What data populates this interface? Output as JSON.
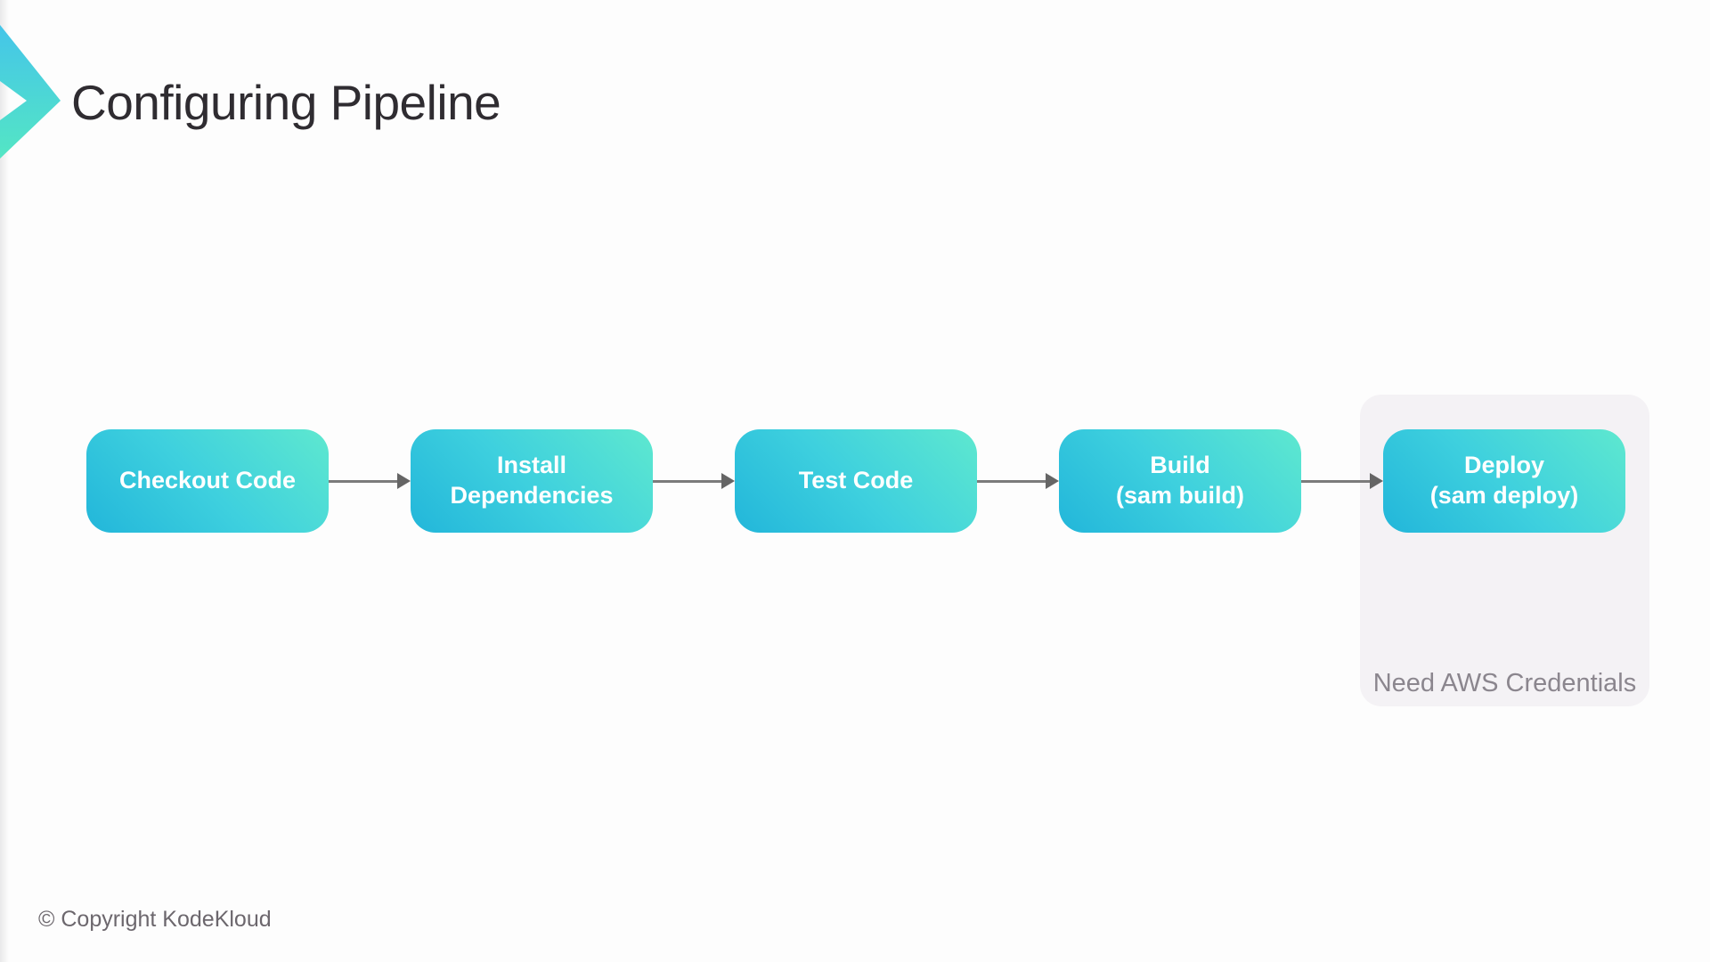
{
  "slide": {
    "title": "Configuring Pipeline",
    "copyright": "© Copyright KodeKloud"
  },
  "pipeline": {
    "steps": [
      {
        "label": "Checkout Code"
      },
      {
        "label": "Install\nDependencies"
      },
      {
        "label": "Test Code"
      },
      {
        "label": "Build\n(sam build)"
      },
      {
        "label": "Deploy\n(sam deploy)"
      }
    ],
    "deploy_note": "Need AWS Credentials"
  },
  "icons": {
    "logo": "kodekloud-chevron-icon"
  },
  "colors": {
    "box_gradient_light": "#5ee8cf",
    "box_gradient_dark": "#22b6da",
    "arrow": "#7b7b7b",
    "group_background": "#f4f2f5",
    "note_text": "#8b868e",
    "title_text": "#2f2c31",
    "copyright_text": "#6c676d",
    "logo_gradient_top": "#44c5e9",
    "logo_gradient_bottom": "#54e6c4"
  }
}
